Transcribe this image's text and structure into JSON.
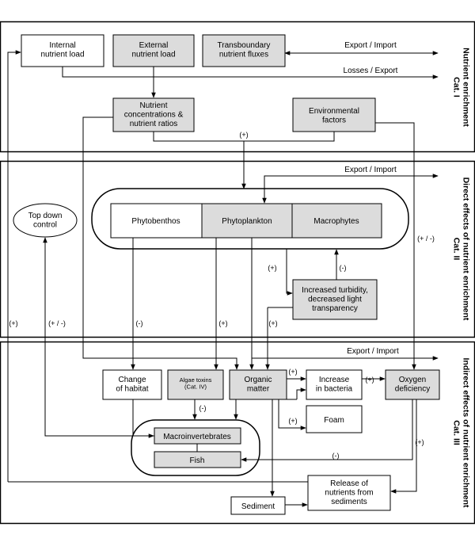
{
  "sections": {
    "s1": "Nutrient enrichment\nCat. I",
    "s2": "Direct effects of nutrient enrichment\nCat. II",
    "s3": "Indirect effects of nutrient enrichment\nCat. III"
  },
  "boxes": {
    "internal": "Internal\nnutrient load",
    "external": "External\nnutrient load",
    "transboundary": "Transboundary\nnutrient fluxes",
    "nutrient_conc": "Nutrient\nconcentrations &\nnutrient ratios",
    "env_factors": "Environmental\nfactors",
    "top_down": "Top down\ncontrol",
    "phytobenthos": "Phytobenthos",
    "phytoplankton": "Phytoplankton",
    "macrophytes": "Macrophytes",
    "turbidity": "Increased turbidity,\ndecreased light\ntransparency",
    "change_habitat": "Change\nof habitat",
    "algae_toxins": "Algae toxins\n(Cat. IV)",
    "organic_matter": "Organic\nmatter",
    "increase_bacteria": "Increase\nin bacteria",
    "oxygen_deficiency": "Oxygen\ndeficiency",
    "foam": "Foam",
    "macroinvertebrates": "Macroinvertebrates",
    "fish": "Fish",
    "sediment": "Sediment",
    "release_nutrients": "Release of\nnutrients from\nsediments"
  },
  "flows": {
    "export_import_1": "Export / Import",
    "losses_export": "Losses / Export",
    "export_import_2": "Export / Import",
    "export_import_3": "Export / Import"
  },
  "signs": {
    "plus_conc": "(+)",
    "plus_turb": "(+)",
    "minus_macro": "(-)",
    "plus_left": "(+)",
    "plusminus_left": "(+ / -)",
    "minus_benthos": "(-)",
    "plus_plankton": "(+)",
    "plus_organic": "(+)",
    "plusminus_env": "(+ / -)",
    "plus_om_bact": "(+)",
    "plus_bact_oxy": "(+)",
    "plus_foam": "(+)",
    "minus_toxins": "(-)",
    "plus_oxy_down": "(+)",
    "minus_fish": "(-)"
  },
  "colors": {
    "gray_box": "#dcdcdc",
    "white_box": "#ffffff",
    "line": "#000000"
  }
}
